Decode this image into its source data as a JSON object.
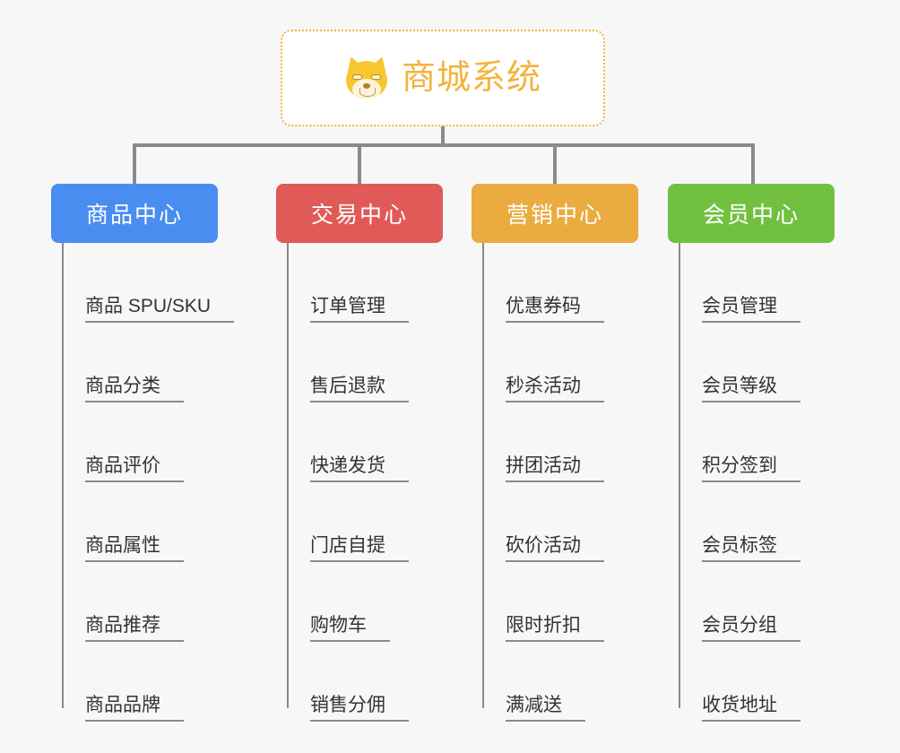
{
  "root": {
    "title": "商城系统",
    "icon": "shiba-dog-face-icon",
    "border_color": "#f0b43c",
    "text_color": "#f2b33d",
    "background": "#ffffff"
  },
  "canvas": {
    "background": "#f7f7f7",
    "connector_color": "#8a8a8a"
  },
  "branches": [
    {
      "label": "商品中心",
      "color": "#4a8df0",
      "items": [
        "商品 SPU/SKU",
        "商品分类",
        "商品评价",
        "商品属性",
        "商品推荐",
        "商品品牌"
      ]
    },
    {
      "label": "交易中心",
      "color": "#e05a58",
      "items": [
        "订单管理",
        "售后退款",
        "快递发货",
        "门店自提",
        "购物车",
        "销售分佣"
      ]
    },
    {
      "label": "营销中心",
      "color": "#eaab40",
      "items": [
        "优惠券码",
        "秒杀活动",
        "拼团活动",
        "砍价活动",
        "限时折扣",
        "满减送"
      ]
    },
    {
      "label": "会员中心",
      "color": "#72c040",
      "items": [
        "会员管理",
        "会员等级",
        "积分签到",
        "会员标签",
        "会员分组",
        "收货地址"
      ]
    }
  ]
}
